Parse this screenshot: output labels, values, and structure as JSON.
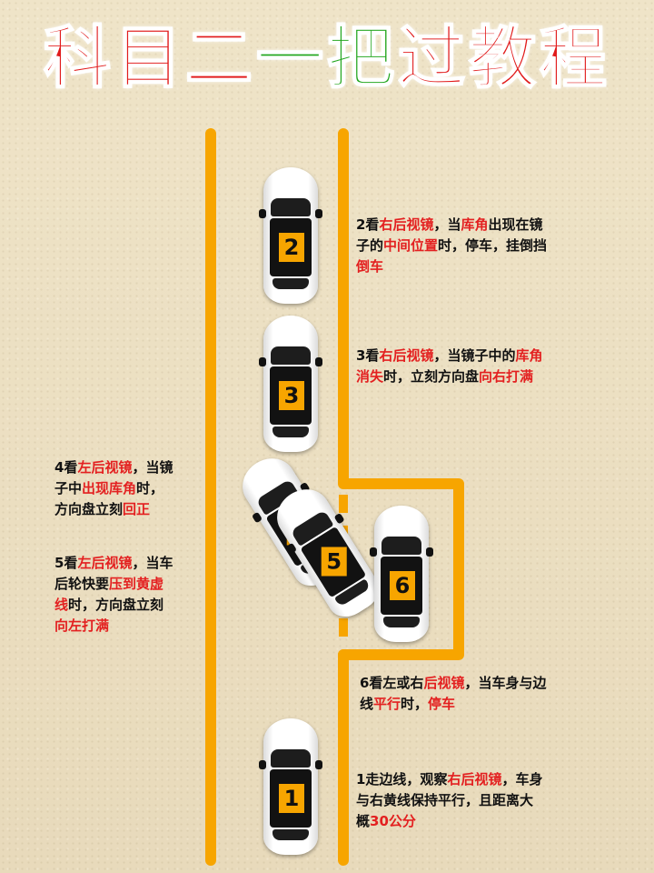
{
  "title": {
    "part1": "科目二",
    "part2": "一把",
    "part3": "过教程"
  },
  "colors": {
    "title_red": "#e11b1b",
    "title_green": "#20a51b",
    "highlight": "#e32020",
    "road_line": "#f7a500",
    "badge": "#f7a500"
  },
  "cars": [
    {
      "number": "2"
    },
    {
      "number": "3"
    },
    {
      "number": "4"
    },
    {
      "number": "5"
    },
    {
      "number": "6"
    },
    {
      "number": "1"
    }
  ],
  "steps": {
    "step2": [
      [
        "2看",
        "右后视镜",
        "，当",
        "库角",
        "出现在镜"
      ],
      [
        "子的",
        "中间位置",
        "时，停车，挂倒挡"
      ],
      [
        "倒车"
      ]
    ],
    "step3": [
      [
        "3看",
        "右后视镜",
        "，当镜子中的",
        "库角"
      ],
      [
        "消失",
        "时，立刻方向盘",
        "向右打满"
      ]
    ],
    "step4": [
      [
        "4看",
        "左后视镜",
        "，当镜"
      ],
      [
        "子中",
        "出现库角",
        "时，"
      ],
      [
        "方向盘立刻",
        "回正"
      ]
    ],
    "step5": [
      [
        "5看",
        "左后视镜",
        "，当车"
      ],
      [
        "后轮快要",
        "压到黄虚"
      ],
      [
        "线",
        "时，方向盘立刻"
      ],
      [
        "向左打满"
      ]
    ],
    "step6": [
      [
        "6看左或右",
        "后视镜",
        "，当车身与边"
      ],
      [
        "线",
        "平行",
        "时，",
        "停车"
      ]
    ],
    "step1": [
      [
        "1走边线，观察",
        "右后视镜",
        "，车身"
      ],
      [
        "与右黄线保持平行，且距离大"
      ],
      [
        "概",
        "30公分"
      ]
    ]
  }
}
